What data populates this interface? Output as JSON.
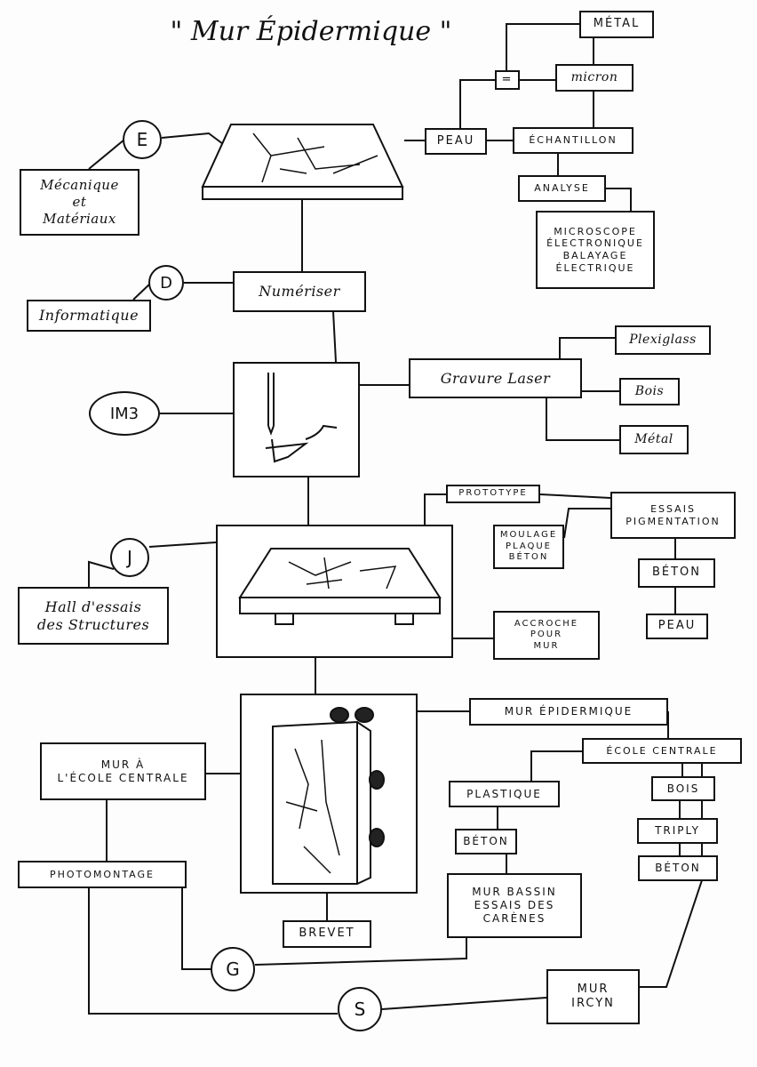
{
  "title": "\" Mur Épidermique \"",
  "nodes": {
    "metal_top": "MÉTAL",
    "equals": "=",
    "micron": "micron",
    "peau_top": "PEAU",
    "echantillon": "ÉCHANTILLON",
    "analyse": "ANALYSE",
    "microscope": "MICROSCOPE\nÉLECTRONIQUE\nBALAYAGE\nÉLECTRIQUE",
    "e": "E",
    "mecanique": "Mécanique\net\nMatériaux",
    "d": "D",
    "informatique": "Informatique",
    "numeriser": "Numériser",
    "im3": "IM3",
    "gravure": "Gravure Laser",
    "plexiglass": "Plexiglass",
    "bois_laser": "Bois",
    "metal_laser": "Métal",
    "prototype": "PROTOTYPE",
    "essais_pigmentation": "ESSAIS\nPIGMENTATION",
    "moulage": "MOULAGE\nPLAQUE\nBÉTON",
    "beton_pig": "BÉTON",
    "peau_pig": "PEAU",
    "j": "J",
    "hall": "Hall d'essais\ndes Structures",
    "accroche": "ACCROCHE\nPOUR\nMUR",
    "mur_epidermique": "MUR ÉPIDERMIQUE",
    "ecole_centrale": "ÉCOLE CENTRALE",
    "mur_ecole": "MUR À\nL'ÉCOLE CENTRALE",
    "plastique": "PLASTIQUE",
    "bois": "BOIS",
    "triply": "TRIPLY",
    "beton_left": "BÉTON",
    "beton_right": "BÉTON",
    "photomontage": "PHOTOMONTAGE",
    "mur_bassin": "MUR BASSIN\nESSAIS DES\nCARÈNES",
    "brevet": "BREVET",
    "g": "G",
    "s": "S",
    "mur_ircyn": "MUR\nIRCYN"
  }
}
